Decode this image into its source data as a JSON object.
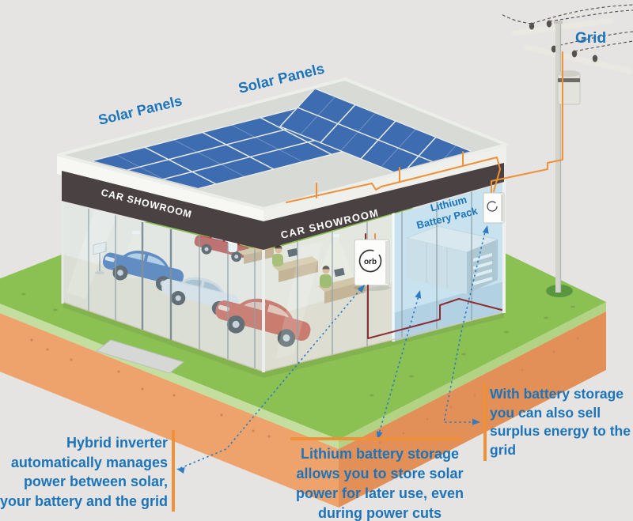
{
  "diagram": {
    "labels": {
      "solar_panels_left": "Solar Panels",
      "solar_panels_right": "Solar Panels",
      "grid": "Grid",
      "showroom_sign_left": "CAR SHOWROOM",
      "showroom_sign_right": "CAR SHOWROOM",
      "battery_pack_line1": "Lithium",
      "battery_pack_line2": "Battery Pack",
      "inverter_brand": "orb"
    },
    "annotations": {
      "hybrid_inverter": {
        "lines": [
          "Hybrid inverter",
          "automatically manages",
          "power between solar,",
          "your battery and the grid"
        ]
      },
      "battery_storage": {
        "lines": [
          "Lithium battery storage",
          "allows you to store solar",
          "power for later use, even",
          "during power cuts"
        ]
      },
      "sell_surplus": {
        "lines": [
          "With battery storage",
          "you can also sell",
          "surplus energy to the",
          "grid"
        ]
      }
    },
    "colors": {
      "label_blue": "#1b74ba",
      "accent_orange": "#ee9138",
      "sign_dark": "#4a4143",
      "panel_blue": "#3e6cb0",
      "grass_green": "#8bc053",
      "dirt_orange": "#efa36c",
      "arrow_blue": "#2d7bc2",
      "wire_red": "#8c2c33"
    }
  }
}
